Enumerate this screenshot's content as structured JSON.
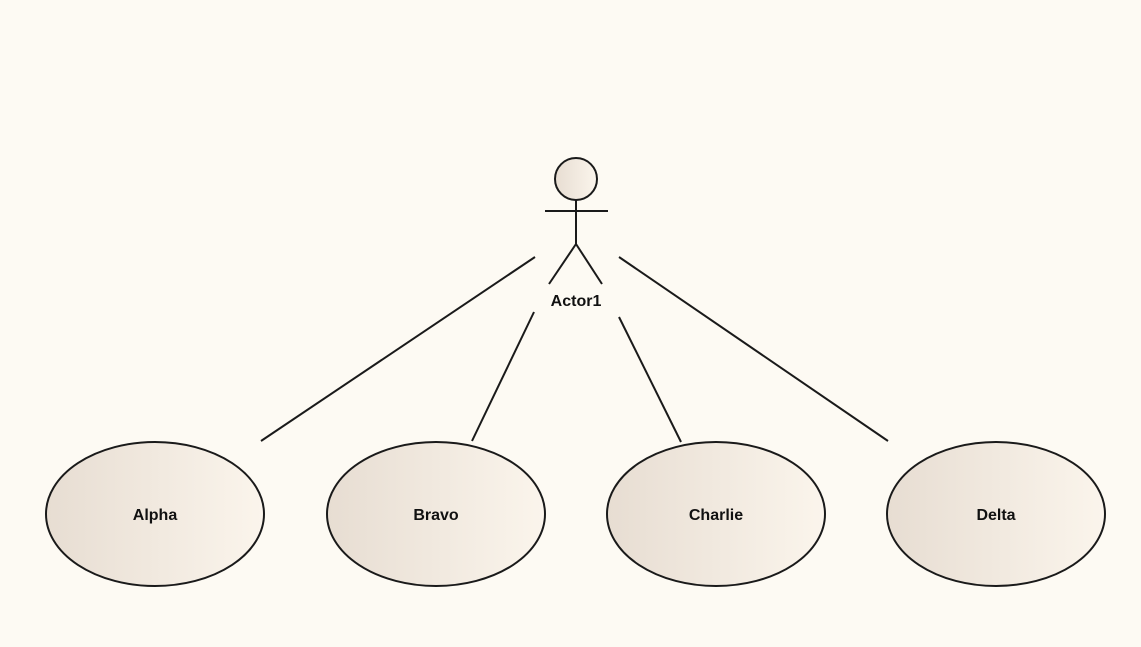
{
  "diagram": {
    "background_color": "#fdfaf3",
    "stroke_color": "#1a1a1a",
    "fill_gradient": [
      "#e7ddd2",
      "#fbf5ec"
    ],
    "actor": {
      "label": "Actor1",
      "icon": "stick-figure-actor-icon"
    },
    "use_cases": [
      {
        "label": "Alpha"
      },
      {
        "label": "Bravo"
      },
      {
        "label": "Charlie"
      },
      {
        "label": "Delta"
      }
    ],
    "associations": [
      {
        "from": "Actor1",
        "to": "Alpha"
      },
      {
        "from": "Actor1",
        "to": "Bravo"
      },
      {
        "from": "Actor1",
        "to": "Charlie"
      },
      {
        "from": "Actor1",
        "to": "Delta"
      }
    ]
  }
}
